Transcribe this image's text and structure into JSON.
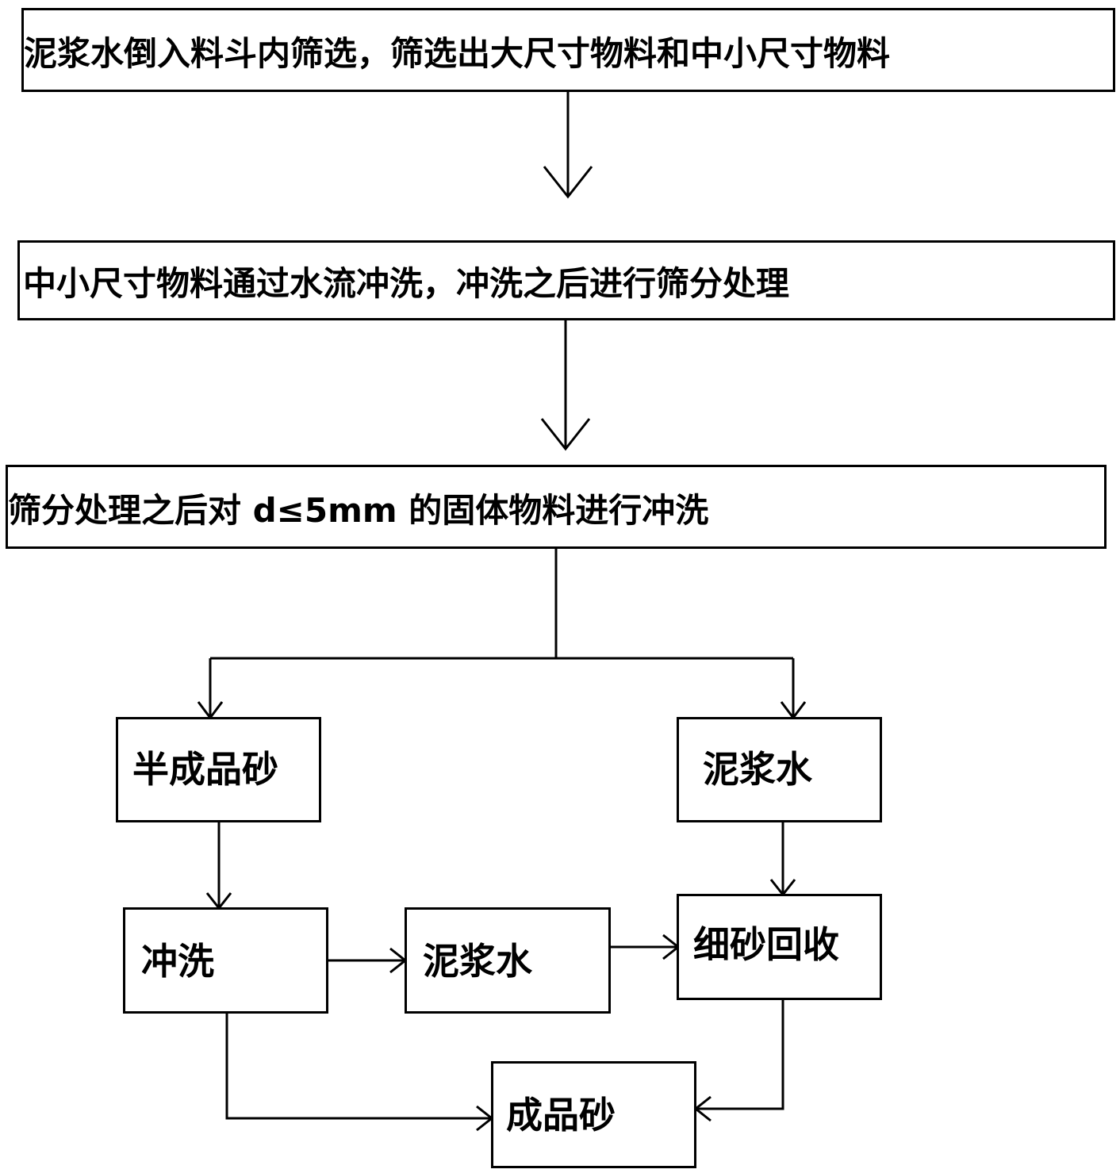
{
  "steps": {
    "step1": "泥浆水倒入料斗内筛选，筛选出大尺寸物料和中小尺寸物料",
    "step2": "中小尺寸物料通过水流冲洗，冲洗之后进行筛分处理",
    "step3": "筛分处理之后对 d≤5mm 的固体物料进行冲洗"
  },
  "nodes": {
    "semi_finished_sand": "半成品砂",
    "mud_water_right": "泥浆水",
    "washing": "冲洗",
    "mud_water_middle": "泥浆水",
    "fine_sand_recovery": "细砂回收",
    "finished_sand": "成品砂"
  },
  "colors": {
    "line": "#000000",
    "background": "#ffffff"
  }
}
